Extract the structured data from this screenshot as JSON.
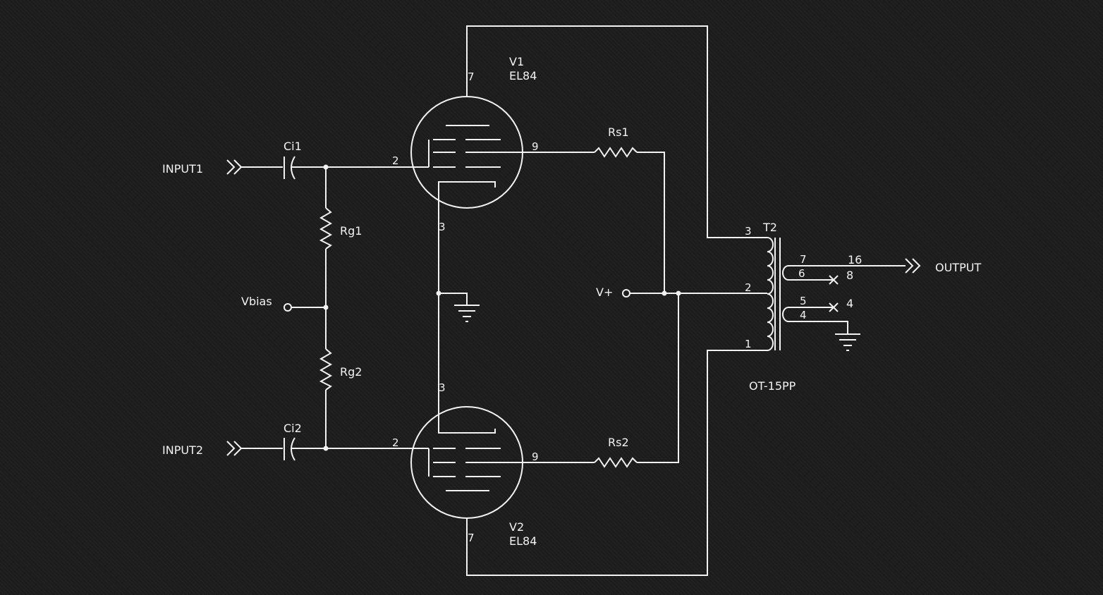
{
  "schematic": {
    "ports": {
      "input1": "INPUT1",
      "input2": "INPUT2",
      "output": "OUTPUT",
      "vbias": "Vbias",
      "vplus": "V+"
    },
    "components": {
      "v1": {
        "ref": "V1",
        "type": "EL84"
      },
      "v2": {
        "ref": "V2",
        "type": "EL84"
      },
      "ci1": "Ci1",
      "ci2": "Ci2",
      "rg1": "Rg1",
      "rg2": "Rg2",
      "rs1": "Rs1",
      "rs2": "Rs2",
      "t2": {
        "ref": "T2",
        "type": "OT-15PP"
      }
    },
    "pins": {
      "v1_plate": "7",
      "v1_grid": "2",
      "v1_screen": "9",
      "v1_cathode": "3",
      "v2_plate": "7",
      "v2_grid": "2",
      "v2_screen": "9",
      "v2_cathode": "3",
      "t2_p1": "3",
      "t2_ct": "2",
      "t2_p2": "1",
      "t2_s7": "7",
      "t2_s6": "6",
      "t2_s5": "5",
      "t2_s4": "4"
    },
    "taps": {
      "tap16": "16",
      "tap8": "8",
      "tap4": "4"
    },
    "colors": {
      "background": "#1c1c1c",
      "ink": "#f2f2f2"
    }
  }
}
